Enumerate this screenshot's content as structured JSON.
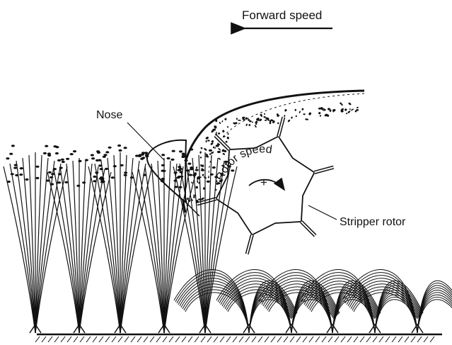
{
  "labels": {
    "forward_speed": "Forward speed",
    "nose": "Nose",
    "stripper_rotor": "Stripper rotor",
    "rotor_speed": "Rotor speed",
    "rotation_center": "+"
  },
  "colors": {
    "ink": "#111111",
    "background": "#ffffff"
  }
}
